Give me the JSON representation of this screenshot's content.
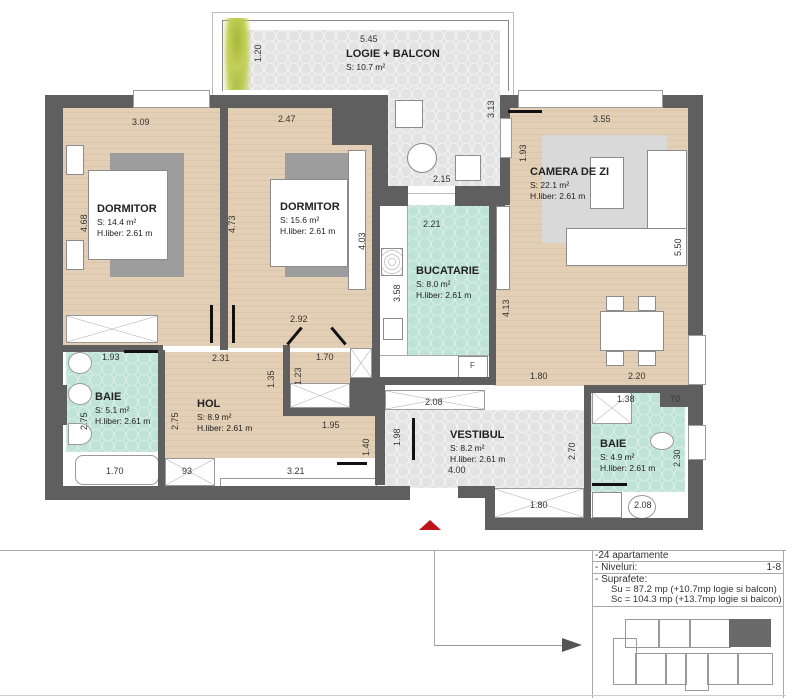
{
  "plan": {
    "rooms": [
      {
        "id": "logie",
        "name": "LOGIE + BALCON",
        "area": "S: 10.7 m²",
        "height": ""
      },
      {
        "id": "dormitor1",
        "name": "DORMITOR",
        "area": "S: 14.4 m²",
        "height": "H.liber: 2.61 m"
      },
      {
        "id": "dormitor2",
        "name": "DORMITOR",
        "area": "S: 15.6 m²",
        "height": "H.liber: 2.61 m"
      },
      {
        "id": "bucatarie",
        "name": "BUCATARIE",
        "area": "S: 8.0 m²",
        "height": "H.liber: 2.61 m"
      },
      {
        "id": "camera_de_zi",
        "name": "CAMERA DE ZI",
        "area": "S: 22.1 m²",
        "height": "H.liber: 2.61 m"
      },
      {
        "id": "baie1",
        "name": "BAIE",
        "area": "S: 5.1 m²",
        "height": "H.liber: 2.61 m"
      },
      {
        "id": "hol",
        "name": "HOL",
        "area": "S: 8.9 m²",
        "height": "H.liber: 2.61 m"
      },
      {
        "id": "vestibul",
        "name": "VESTIBUL",
        "area": "S: 8.2 m²",
        "height": "H.liber: 2.61 m"
      },
      {
        "id": "baie2",
        "name": "BAIE",
        "area": "S: 4.9 m²",
        "height": "H.liber: 2.61 m"
      }
    ],
    "dimensions": {
      "logie_w": "5.45",
      "logie_h": "1.20",
      "logie_side": "3.13",
      "logie_bottom": "2.15",
      "d1_w": "3.09",
      "d1_h": "4.68",
      "d2_top": "2.47",
      "d2_h": "4.73",
      "d2_side": "4.03",
      "d2_bottom": "2.92",
      "buc_w": "2.21",
      "buc_h": "3.58",
      "cz_w": "3.55",
      "cz_door": "1.93",
      "cz_h": "5.50",
      "cz_left": "4.13",
      "cz_b1": "1.80",
      "cz_b2": "2.20",
      "b1_w": "1.93",
      "b1_h": "2.75",
      "b1_tub": "1.70",
      "hol_w": "2.31",
      "hol_h": "2.75",
      "hol_mid": "1.35",
      "hol_r": "1.95",
      "hol_b": "3.21",
      "hol_closet": "93",
      "hol_door": "1.40",
      "dr_w": "1.70",
      "dr_h": "1.23",
      "v_top": "2.08",
      "v_h": "1.98",
      "v_w": "4.00",
      "v_r": "2.70",
      "v_b": "1.80",
      "b2_shower": "1.38",
      "b2_col": "70",
      "b2_h": "2.30",
      "b2_b": "2.08"
    },
    "kitchen_fridge": "F",
    "entrance_marker_color": "#c0121b"
  },
  "info": {
    "line1": "-24 apartamente",
    "line2_label": "- Niveluri:",
    "line2_value": "1-8",
    "line3": "- Suprafete:",
    "line4": "Su =   87.2 mp (+10.7mp logie si balcon)",
    "line5": "Sc = 104.3 mp (+13.7mp logie si balcon)"
  },
  "colors": {
    "wall": "#5f5f5f",
    "wood": "#e3cfb6",
    "mint": "#bfe3d6",
    "tile_grey": "#e3e3e3",
    "highlight_unit": "#6a6a6a"
  }
}
